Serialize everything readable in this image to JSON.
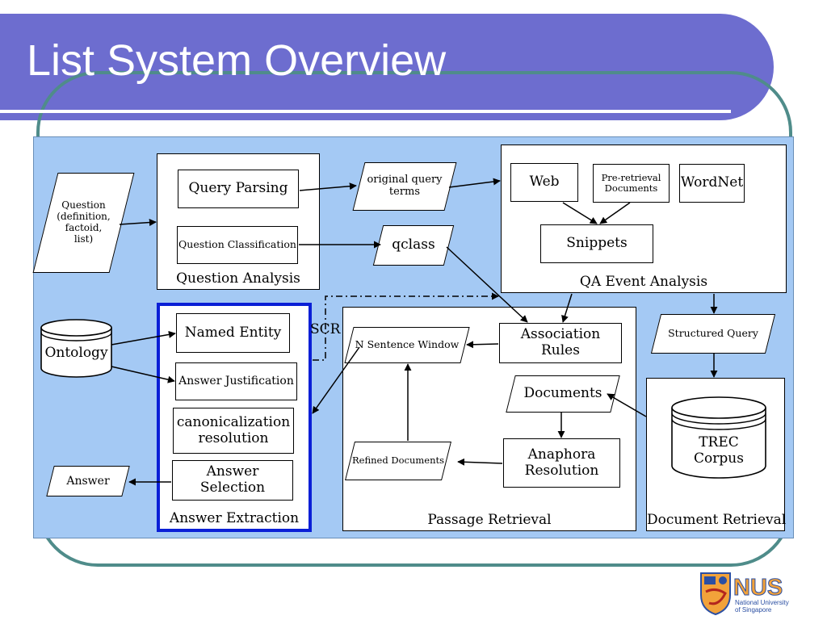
{
  "title": "List System Overview",
  "colors": {
    "title_bar": "#6d6dcf",
    "panel": "#a4c9f4",
    "frame": "#4f8c8a",
    "highlight_border": "#0a1fd6"
  },
  "inputs": {
    "question": [
      "Question",
      "(definition,",
      "factoid,",
      "list)"
    ],
    "ontology": "Ontology"
  },
  "question_analysis": {
    "label": "Question Analysis",
    "query_parsing": "Query Parsing",
    "question_classification": "Question Classification"
  },
  "intermediate": {
    "original_query_terms": [
      "original query",
      "terms"
    ],
    "qclass": "qclass",
    "structured_query": "Structured Query"
  },
  "qa_event_analysis": {
    "label": "QA Event Analysis",
    "web": "Web",
    "pre_retrieval_documents": [
      "Pre-retrieval",
      "Documents"
    ],
    "wordnet": "WordNet",
    "snippets": "Snippets"
  },
  "passage_retrieval": {
    "label": "Passage Retrieval",
    "association_rules": "Association Rules",
    "n_sentence_window": "N Sentence Window",
    "documents": "Documents",
    "anaphora_resolution": [
      "Anaphora",
      "Resolution"
    ],
    "refined_documents": "Refined Documents"
  },
  "document_retrieval": {
    "label": "Document Retrieval",
    "trec_corpus": [
      "TREC",
      "Corpus"
    ]
  },
  "answer_extraction": {
    "label": "Answer Extraction",
    "named_entity": "Named Entity",
    "answer_justification": "Answer Justification",
    "canonicalization_resolution": [
      "canonicalization",
      "resolution"
    ],
    "answer_selection": "Answer Selection"
  },
  "scr_label": "SCR",
  "answer": "Answer",
  "logo": {
    "text": "NUS",
    "subtitle": [
      "National University",
      "of Singapore"
    ]
  }
}
